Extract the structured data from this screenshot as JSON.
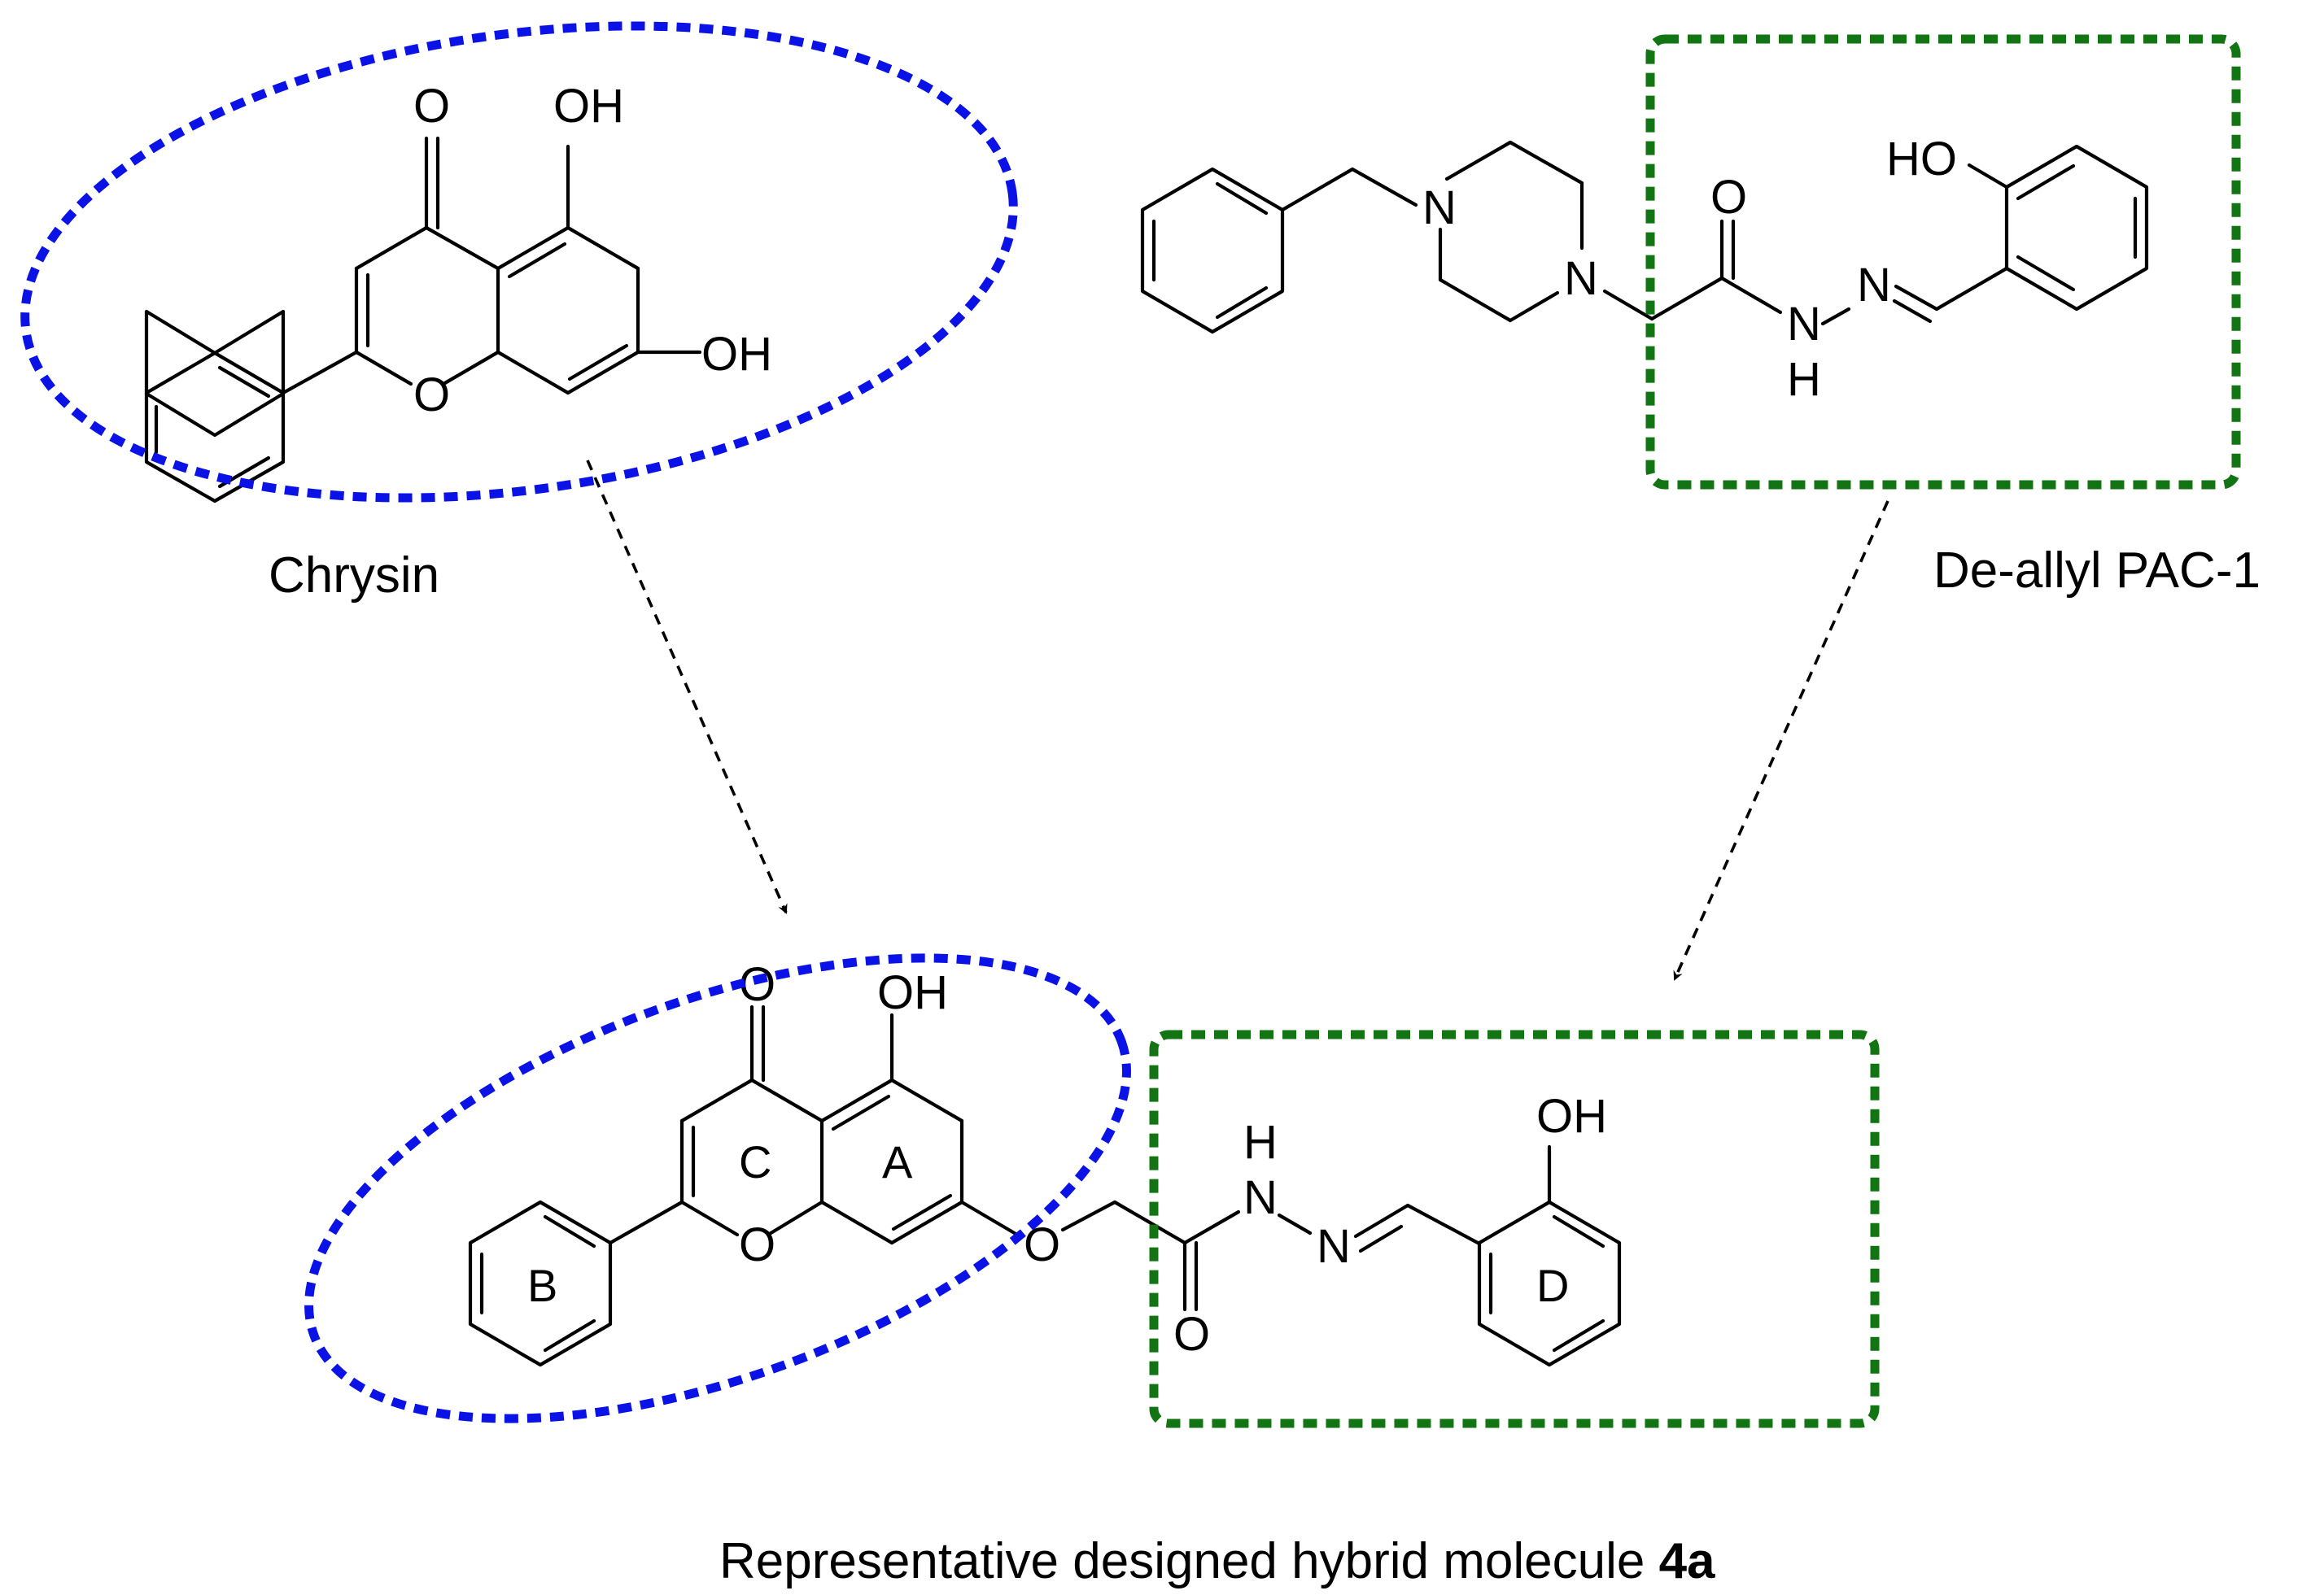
{
  "colors": {
    "chrysin_highlight": "#0a12e6",
    "pac_highlight": "#127412",
    "ink": "#000000"
  },
  "labels": {
    "chrysin": "Chrysin",
    "pac1": "De-allyl PAC-1",
    "hybrid_prefix": "Representative designed hybrid molecule ",
    "hybrid_id": "4a"
  },
  "atoms": {
    "O": "O",
    "OH": "OH",
    "HO": "HO",
    "N": "N",
    "H": "H"
  },
  "rings": {
    "A": "A",
    "B": "B",
    "C": "C",
    "D": "D"
  }
}
